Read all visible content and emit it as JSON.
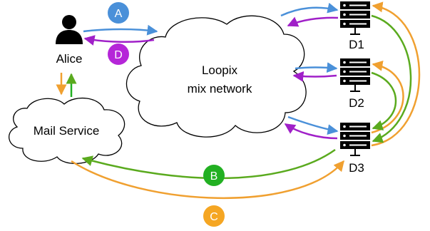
{
  "nodes": {
    "alice": "Alice",
    "mail_service": "Mail Service",
    "mix_network": [
      "Loopix",
      "mix network"
    ],
    "servers": [
      "D1",
      "D2",
      "D3"
    ]
  },
  "badges": {
    "a": {
      "text": "A",
      "color": "#4a90d9"
    },
    "b": {
      "text": "B",
      "color": "#22b022"
    },
    "c": {
      "text": "C",
      "color": "#f5a623"
    },
    "d": {
      "text": "D",
      "color": "#b526d8"
    }
  },
  "colors": {
    "blue": "#4a90d9",
    "purple": "#a020c8",
    "green": "#5aaa1e",
    "orange": "#f0a030"
  }
}
